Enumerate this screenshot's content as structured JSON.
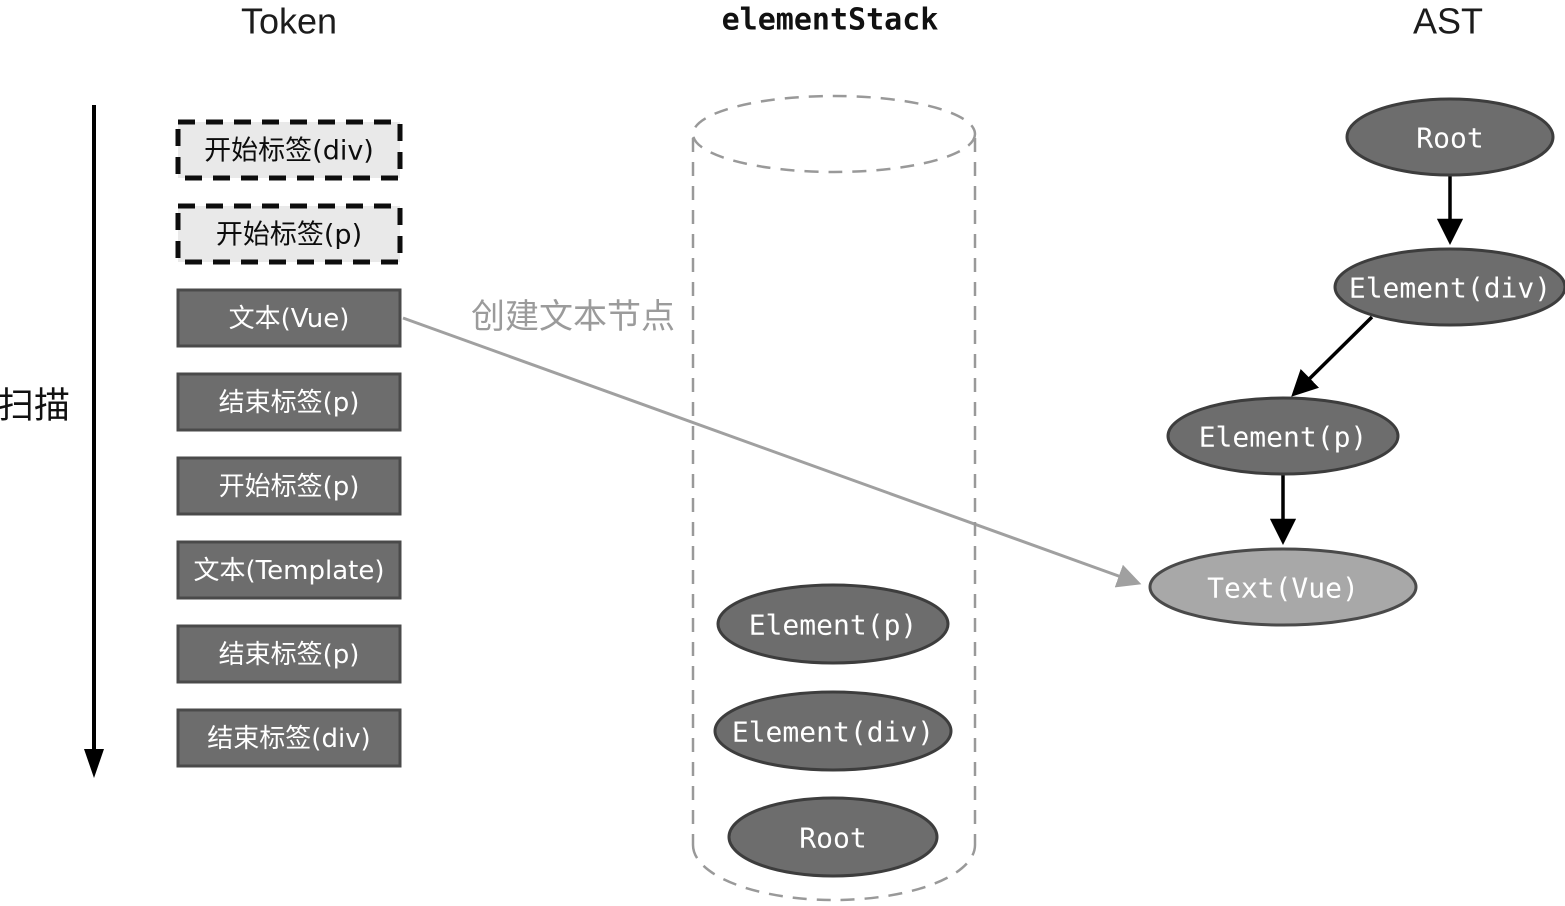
{
  "titles": {
    "token": "Token",
    "stack": "elementStack",
    "ast": "AST"
  },
  "scan_label": "扫描",
  "annotation": "创建文本节点",
  "tokens": [
    {
      "label": "开始标签(div)",
      "state": "consumed"
    },
    {
      "label": "开始标签(p)",
      "state": "consumed"
    },
    {
      "label": "文本(Vue)",
      "state": "current"
    },
    {
      "label": "结束标签(p)",
      "state": "pending"
    },
    {
      "label": "开始标签(p)",
      "state": "pending"
    },
    {
      "label": "文本(Template)",
      "state": "pending"
    },
    {
      "label": "结束标签(p)",
      "state": "pending"
    },
    {
      "label": "结束标签(div)",
      "state": "pending"
    }
  ],
  "element_stack": [
    {
      "label": "Element(p)"
    },
    {
      "label": "Element(div)"
    },
    {
      "label": "Root"
    }
  ],
  "ast_nodes": [
    {
      "label": "Root",
      "variant": "dark"
    },
    {
      "label": "Element(div)",
      "variant": "dark"
    },
    {
      "label": "Element(p)",
      "variant": "dark"
    },
    {
      "label": "Text(Vue)",
      "variant": "light"
    }
  ],
  "colors": {
    "node_dark": "#6d6d6d",
    "node_light": "#a8a8a8",
    "token_consumed_bg": "#e9e9e9",
    "dashed_gray": "#999999",
    "annotation_gray": "#9b9b9b",
    "arrow_black": "#000000",
    "text_on_dark": "#ffffff"
  }
}
